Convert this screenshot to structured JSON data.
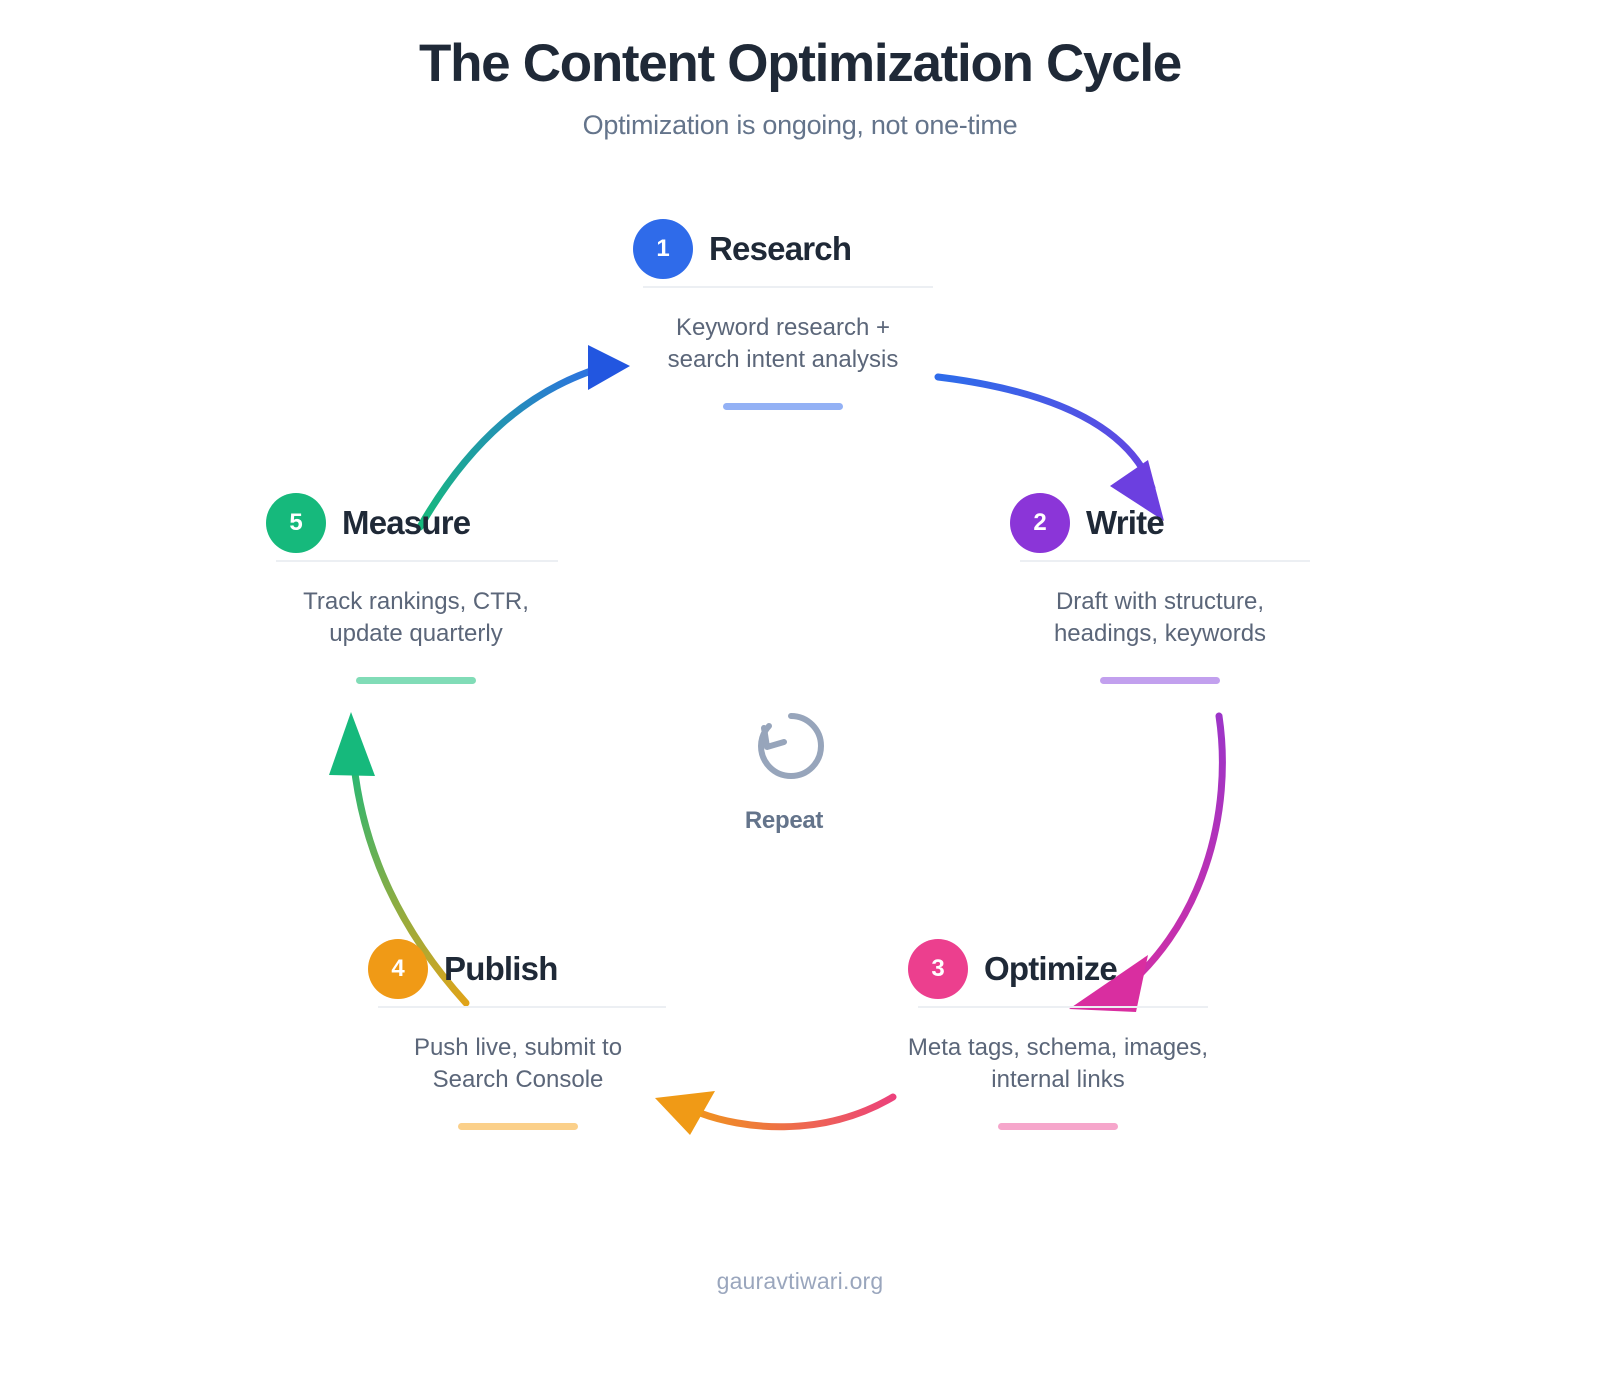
{
  "header": {
    "title": "The Content Optimization Cycle",
    "subtitle": "Optimization is ongoing, not one-time"
  },
  "center": {
    "icon": "circular-arrow-icon",
    "label": "Repeat"
  },
  "footer": {
    "credit": "gauravtiwari.org"
  },
  "colors": {
    "background": "#ffffff",
    "title": "#1f2937",
    "subtitle": "#64748b",
    "description": "#5b6679",
    "divider": "#eceff3",
    "footer": "#9aa6bd",
    "step_1": "#2f6bea",
    "step_2": "#8b35d8",
    "step_3": "#ec3f8e",
    "step_4": "#f09a16",
    "step_5": "#16b97c",
    "step_1_bar": "#93b1f5",
    "step_2_bar": "#c2a0ee",
    "step_3_bar": "#f6a6cb",
    "step_4_bar": "#fbd08a",
    "step_5_bar": "#81dcb7"
  },
  "steps": [
    {
      "number": "1",
      "title": "Research",
      "description": "Keyword research +\nsearch intent analysis",
      "color": "#2f6bea",
      "bar_color": "#93b1f5"
    },
    {
      "number": "2",
      "title": "Write",
      "description": "Draft with structure,\nheadings, keywords",
      "color": "#8b35d8",
      "bar_color": "#c2a0ee"
    },
    {
      "number": "3",
      "title": "Optimize",
      "description": "Meta tags, schema, images,\ninternal links",
      "color": "#ec3f8e",
      "bar_color": "#f6a6cb"
    },
    {
      "number": "4",
      "title": "Publish",
      "description": "Push live, submit to\nSearch Console",
      "color": "#f09a16",
      "bar_color": "#fbd08a"
    },
    {
      "number": "5",
      "title": "Measure",
      "description": "Track rankings, CTR,\nupdate quarterly",
      "color": "#16b97c",
      "bar_color": "#81dcb7"
    }
  ],
  "connections": [
    {
      "from": "Research",
      "to": "Write",
      "from_color": "#2f6bea",
      "to_color": "#6c3fe0"
    },
    {
      "from": "Write",
      "to": "Optimize",
      "from_color": "#9c35c8",
      "to_color": "#d92ea0"
    },
    {
      "from": "Optimize",
      "to": "Publish",
      "from_color": "#ec3f7e",
      "to_color": "#f09a16"
    },
    {
      "from": "Publish",
      "to": "Measure",
      "from_color": "#e5a317",
      "to_color": "#16b97c"
    },
    {
      "from": "Measure",
      "to": "Research",
      "from_color": "#16b97c",
      "to_color": "#2f6bea"
    }
  ]
}
